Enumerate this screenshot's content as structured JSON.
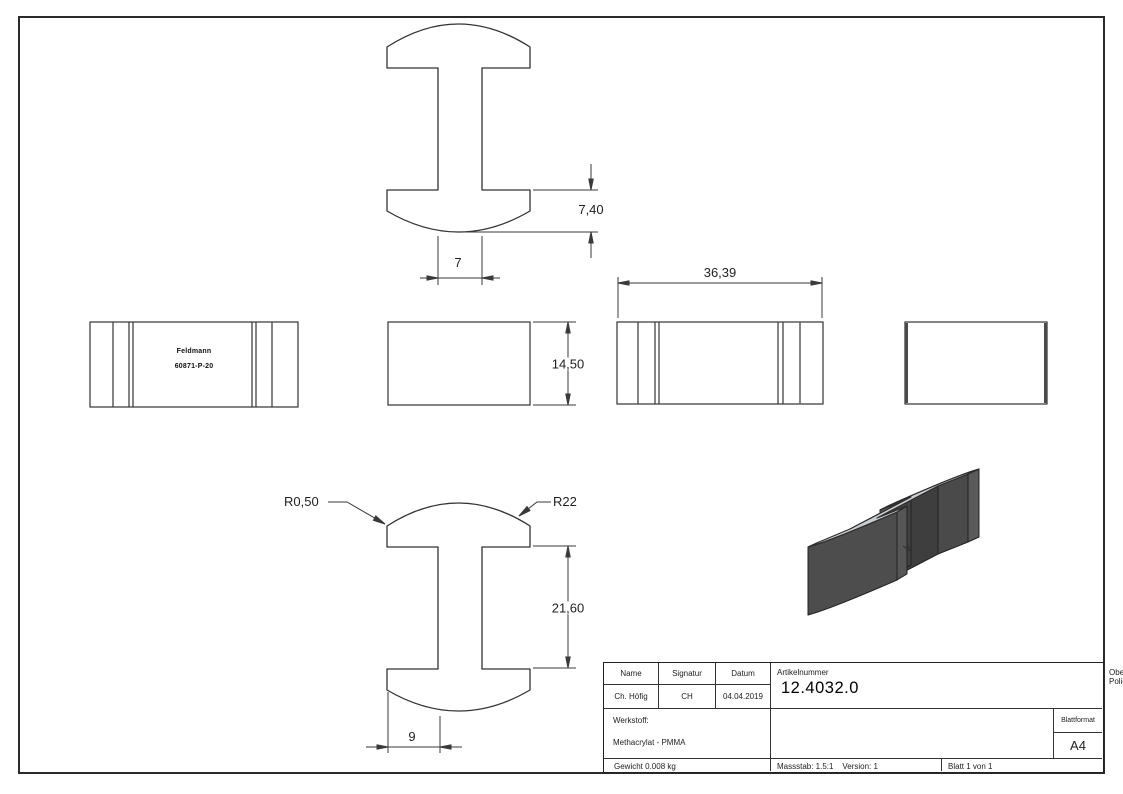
{
  "drawing": {
    "dims": {
      "flange_thickness": "7,40",
      "web_width": "7",
      "length": "36,39",
      "height": "14,50",
      "slot_height": "21,60",
      "web_position": "9",
      "corner_radius": "R0,50",
      "flange_radius": "R22"
    },
    "part_marking": {
      "line1": "Feldmann",
      "line2": "60871-P-20"
    },
    "title_block": {
      "name_label": "Name",
      "name_value": "Ch. Höfig",
      "signature_label": "Signatur",
      "signature_value": "CH",
      "date_label": "Datum",
      "date_value": "04.04.2019",
      "article_label": "Artikelnummer",
      "article_number": "12.4032.0",
      "surface_label": "Oberfläche:",
      "surface_value": "Poliert",
      "material_label": "Werkstoff:",
      "material_value": "Methacrylat - PMMA",
      "sheet_format_label": "Blattformat",
      "sheet_format_value": "A4",
      "weight_value": "Gewicht 0.008 kg",
      "scale_value": "Massstab: 1.5:1",
      "version_value": "Version: 1",
      "sheet_value": "Blatt 1 von 1"
    },
    "colors": {
      "line": "#333333",
      "iso_top": "#cbced1",
      "iso_side": "#4d4d4d"
    }
  }
}
